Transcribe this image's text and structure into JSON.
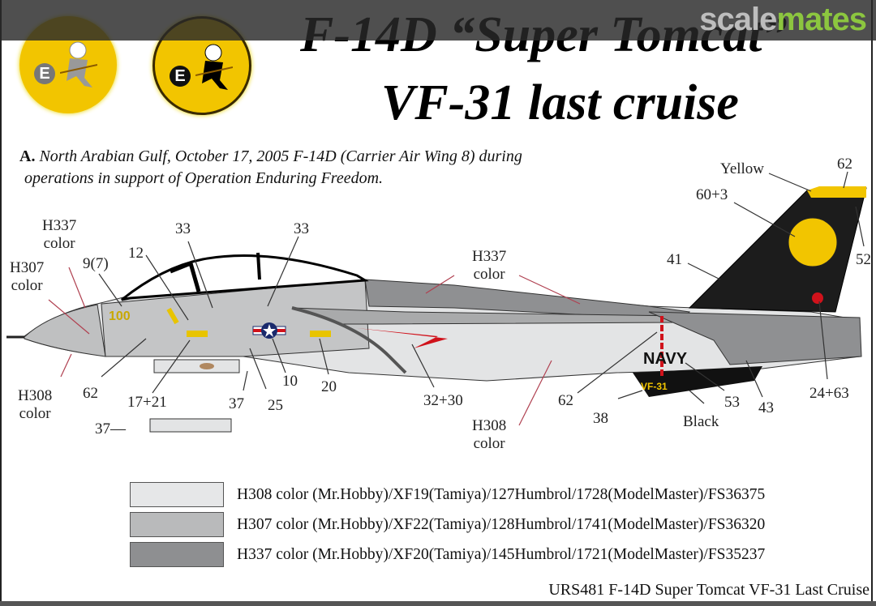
{
  "watermark": {
    "part1": "scale",
    "part2": "mates"
  },
  "title": {
    "line1": "F-14D “Super Tomcat”",
    "line2": "VF-31 last cruise"
  },
  "patches": [
    {
      "letter": "E",
      "variant": "grey-cat",
      "color": "#f2c500"
    },
    {
      "letter": "E",
      "variant": "black-cat",
      "color": "#f2c500"
    }
  ],
  "description": {
    "marker": "A.",
    "text_line1": " North Arabian Gulf, October 17, 2005 F-14D (Carrier Air Wing 8) during",
    "text_line2": "operations in support of Operation Enduring Freedom."
  },
  "callouts": {
    "h337_nose": "H337\ncolor",
    "h307_nose": "H307\ncolor",
    "h308_nose": "H308\ncolor",
    "c9_7": "9(7)",
    "c12": "12",
    "c33a": "33",
    "c33b": "33",
    "c62a": "62",
    "c17_21": "17+21",
    "c37a": "37",
    "c25": "25",
    "c10": "10",
    "c20": "20",
    "c37b": "37—",
    "h337_mid": "H337\ncolor",
    "c32_30": "32+30",
    "h308_mid": "H308\ncolor",
    "c62b": "62",
    "c38": "38",
    "black": "Black",
    "c53": "53",
    "c43": "43",
    "c24_63": "24+63",
    "c41": "41",
    "c60_3": "60+3",
    "yellow": "Yellow",
    "c62c": "62",
    "c52": "52",
    "modex": "100",
    "navy": "NAVY",
    "vf31": "VF-31"
  },
  "legend": [
    {
      "color": "#e6e7e8",
      "text": "H308 color (Mr.Hobby)/XF19(Tamiya)/127Humbrol/1728(ModelMaster)/FS36375"
    },
    {
      "color": "#b9babb",
      "text": "H307 color (Mr.Hobby)/XF22(Tamiya)/128Humbrol/1741(ModelMaster)/FS36320"
    },
    {
      "color": "#8e8f91",
      "text": "H337 color (Mr.Hobby)/XF20(Tamiya)/145Humbrol/1721(ModelMaster)/FS35237"
    }
  ],
  "footer": "URS481 F-14D Super Tomcat VF-31 Last Cruise"
}
